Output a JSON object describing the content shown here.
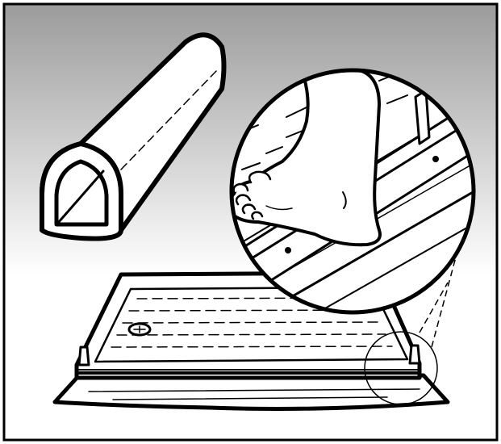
{
  "figure": {
    "background": {
      "top_color": "#9b9b9b",
      "bottom_color": "#ffffff"
    },
    "ink_color": "#000000",
    "paper_color": "#ffffff",
    "parts": [
      {
        "name": "rubber-seal-strip",
        "icon": "d-profile-seal"
      },
      {
        "name": "shower-tray",
        "icon": "shower-tray"
      },
      {
        "name": "detail-magnifier",
        "icon": "magnifier-circle"
      },
      {
        "name": "bare-foot",
        "icon": "foot"
      }
    ]
  }
}
